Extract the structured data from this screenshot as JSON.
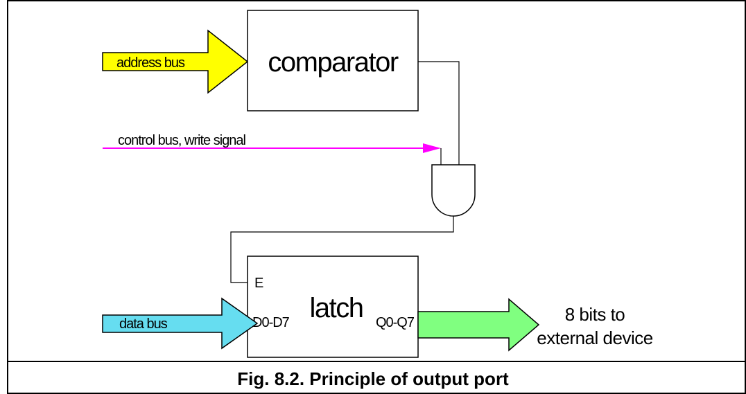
{
  "diagram": {
    "caption": "Fig. 8.2. Principle of output port",
    "comparator_label": "comparator",
    "latch_label": "latch",
    "address_bus_label": "address bus",
    "control_bus_label": "control bus, write signal",
    "data_bus_label": "data bus",
    "enable_pin_label": "E",
    "data_in_label": "D0-D7",
    "data_out_label": "Q0-Q7",
    "output_label_line1": "8 bits to",
    "output_label_line2": "external device"
  },
  "colors": {
    "address_bus_arrow": "#ffff00",
    "control_bus_line": "#ff00ff",
    "data_bus_arrow": "#66ddf0",
    "output_arrow": "#80ff80",
    "stroke": "#000000"
  }
}
